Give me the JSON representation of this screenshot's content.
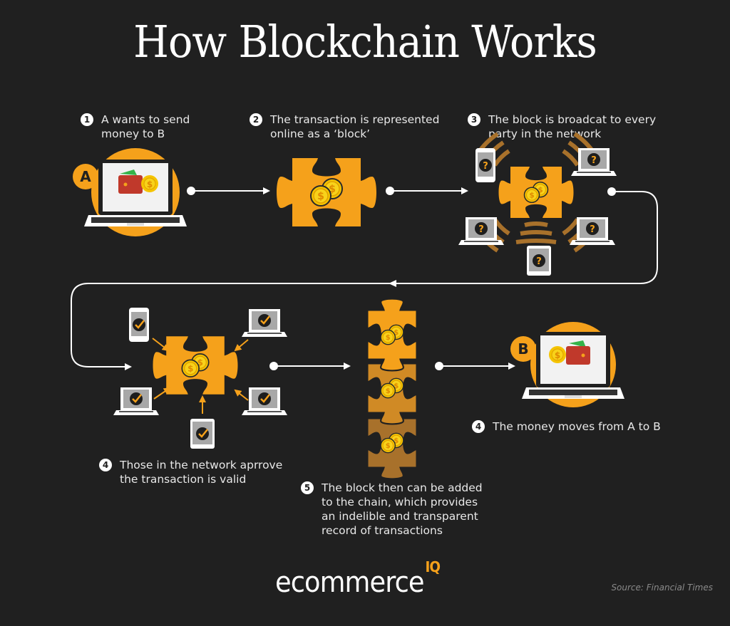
{
  "title": "How Blockchain Works",
  "colors": {
    "background": "#202020",
    "accent": "#f5a11b",
    "accent_mid": "#d08a25",
    "accent_dark": "#a8712b",
    "arrow": "#ffffff"
  },
  "steps": [
    {
      "number": "1",
      "text": "A wants to send\nmoney to B"
    },
    {
      "number": "2",
      "text": "The transaction is represented\nonline as a ‘block’"
    },
    {
      "number": "3",
      "text": "The block is broadcat to every\nparty in the network"
    },
    {
      "number": "4",
      "text": "Those in the network aprrove\nthe transaction is valid"
    },
    {
      "number": "5",
      "text": "The block then can be added\nto the chain, which provides\nan indelible and transparent\nrecord of transactions"
    },
    {
      "number": "4",
      "text": "The money moves from A to B"
    }
  ],
  "parties": {
    "sender": "A",
    "receiver": "B"
  },
  "icons": {
    "laptop": "laptop-icon",
    "wallet": "wallet-icon",
    "coin": "dollar-coin-icon",
    "puzzle": "puzzle-block-icon",
    "question": "question-mark-icon",
    "check": "checkmark-icon",
    "phone": "phone-icon",
    "tablet": "tablet-icon",
    "broadcast": "broadcast-waves-icon"
  },
  "footer": {
    "logo_main": "ecommerce",
    "logo_sup": "IQ",
    "source": "Source: Financial Times"
  }
}
